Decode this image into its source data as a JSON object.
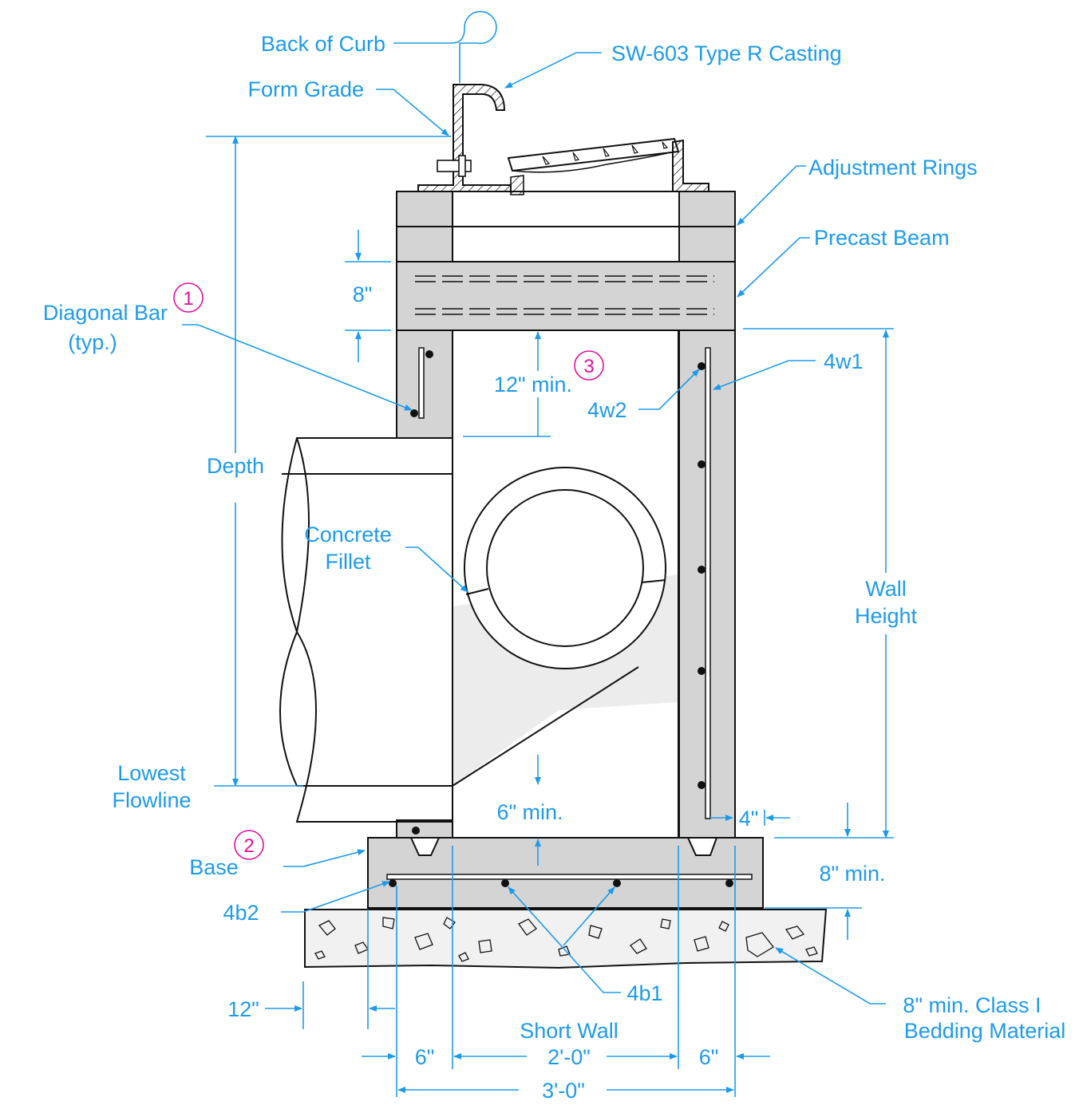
{
  "labels": {
    "back_of_curb": "Back of Curb",
    "casting": "SW-603 Type R Casting",
    "form_grade": "Form Grade",
    "adjustment_rings": "Adjustment Rings",
    "precast_beam": "Precast Beam",
    "diagonal_bar_1": "Diagonal  Bar",
    "diagonal_bar_2": "(typ.)",
    "depth": "Depth",
    "concrete_fillet_1": "Concrete",
    "concrete_fillet_2": "Fillet",
    "lowest_flowline_1": "Lowest",
    "lowest_flowline_2": "Flowline",
    "base": "Base",
    "wall_height_1": "Wall",
    "wall_height_2": "Height",
    "bar_4w1": "4w1",
    "bar_4w2": "4w2",
    "bar_4b1": "4b1",
    "bar_4b2": "4b2",
    "bedding_1": "8\" min. Class I",
    "bedding_2": "Bedding Material",
    "short_wall": "Short Wall"
  },
  "dimensions": {
    "beam": "8\"",
    "top_clear": "12\" min.",
    "bottom_clear": "6\" min.",
    "wall_gap": "4\"",
    "base_thick": "8\" min.",
    "overhang": "12\"",
    "left_wall": "6\"",
    "inside": "2'-0\"",
    "right_wall": "6\"",
    "overall": "3'-0\""
  },
  "callouts": {
    "one": "1",
    "two": "2",
    "three": "3"
  },
  "colors": {
    "annotation": "#1e9be8",
    "callout": "#e0109a",
    "ink": "#111111",
    "concrete": "#d4d4d4"
  }
}
